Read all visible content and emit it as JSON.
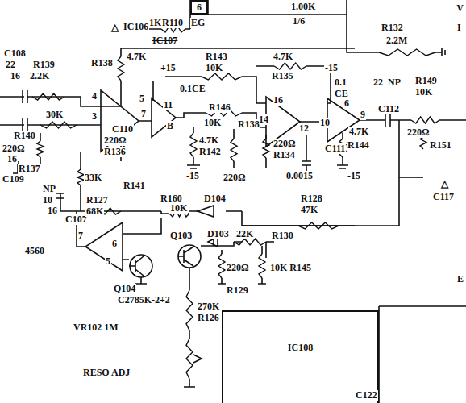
{
  "diagram": {
    "nodes": [
      {
        "text": [
          "6"
        ]
      },
      {
        "text": [
          "IC108"
        ]
      }
    ],
    "labels": [
      "△",
      "IC106",
      "1K",
      "R110",
      "EG",
      "IC107",
      "1.00K",
      "1/6",
      "R132",
      "2.2M",
      "V",
      "I",
      "C108",
      "22",
      "16",
      "R139",
      "2.2K",
      "R138",
      "4.7K",
      "+15",
      "R143",
      "10K",
      "4.7K",
      "R135",
      "-15",
      "0.1CE",
      "0.1",
      "CE",
      "22",
      "NP",
      "R149",
      "10K",
      "4",
      "5",
      "11",
      "16",
      "6",
      "3",
      "C110",
      "7",
      "B",
      "R146",
      "10K",
      "14",
      "12",
      "10",
      "9",
      "C112",
      "4.7K",
      "220Ω",
      "R151",
      "30K",
      "R140",
      "220Ω",
      "16",
      "R137",
      "C109",
      "220Ω",
      "R136",
      "4.7K",
      "R142",
      "R138",
      "220Ω",
      "R134",
      "C111",
      "R144",
      "-15",
      "-15",
      "220Ω",
      "0.0015",
      "33K",
      "R141",
      "NP",
      "10",
      "16",
      "C107",
      "R127",
      "68K",
      "R160",
      "10K",
      "D104",
      "R128",
      "47K",
      "7",
      "6",
      "Q103",
      "D103",
      "22K",
      "R130",
      "5",
      "4560",
      "220Ω",
      "10K R145",
      "R129",
      "Q104",
      "C2785K-2+2",
      "270K",
      "R126",
      "VR102 1M",
      "RESO ADJ",
      "C122",
      "△",
      "C117",
      "E"
    ]
  }
}
